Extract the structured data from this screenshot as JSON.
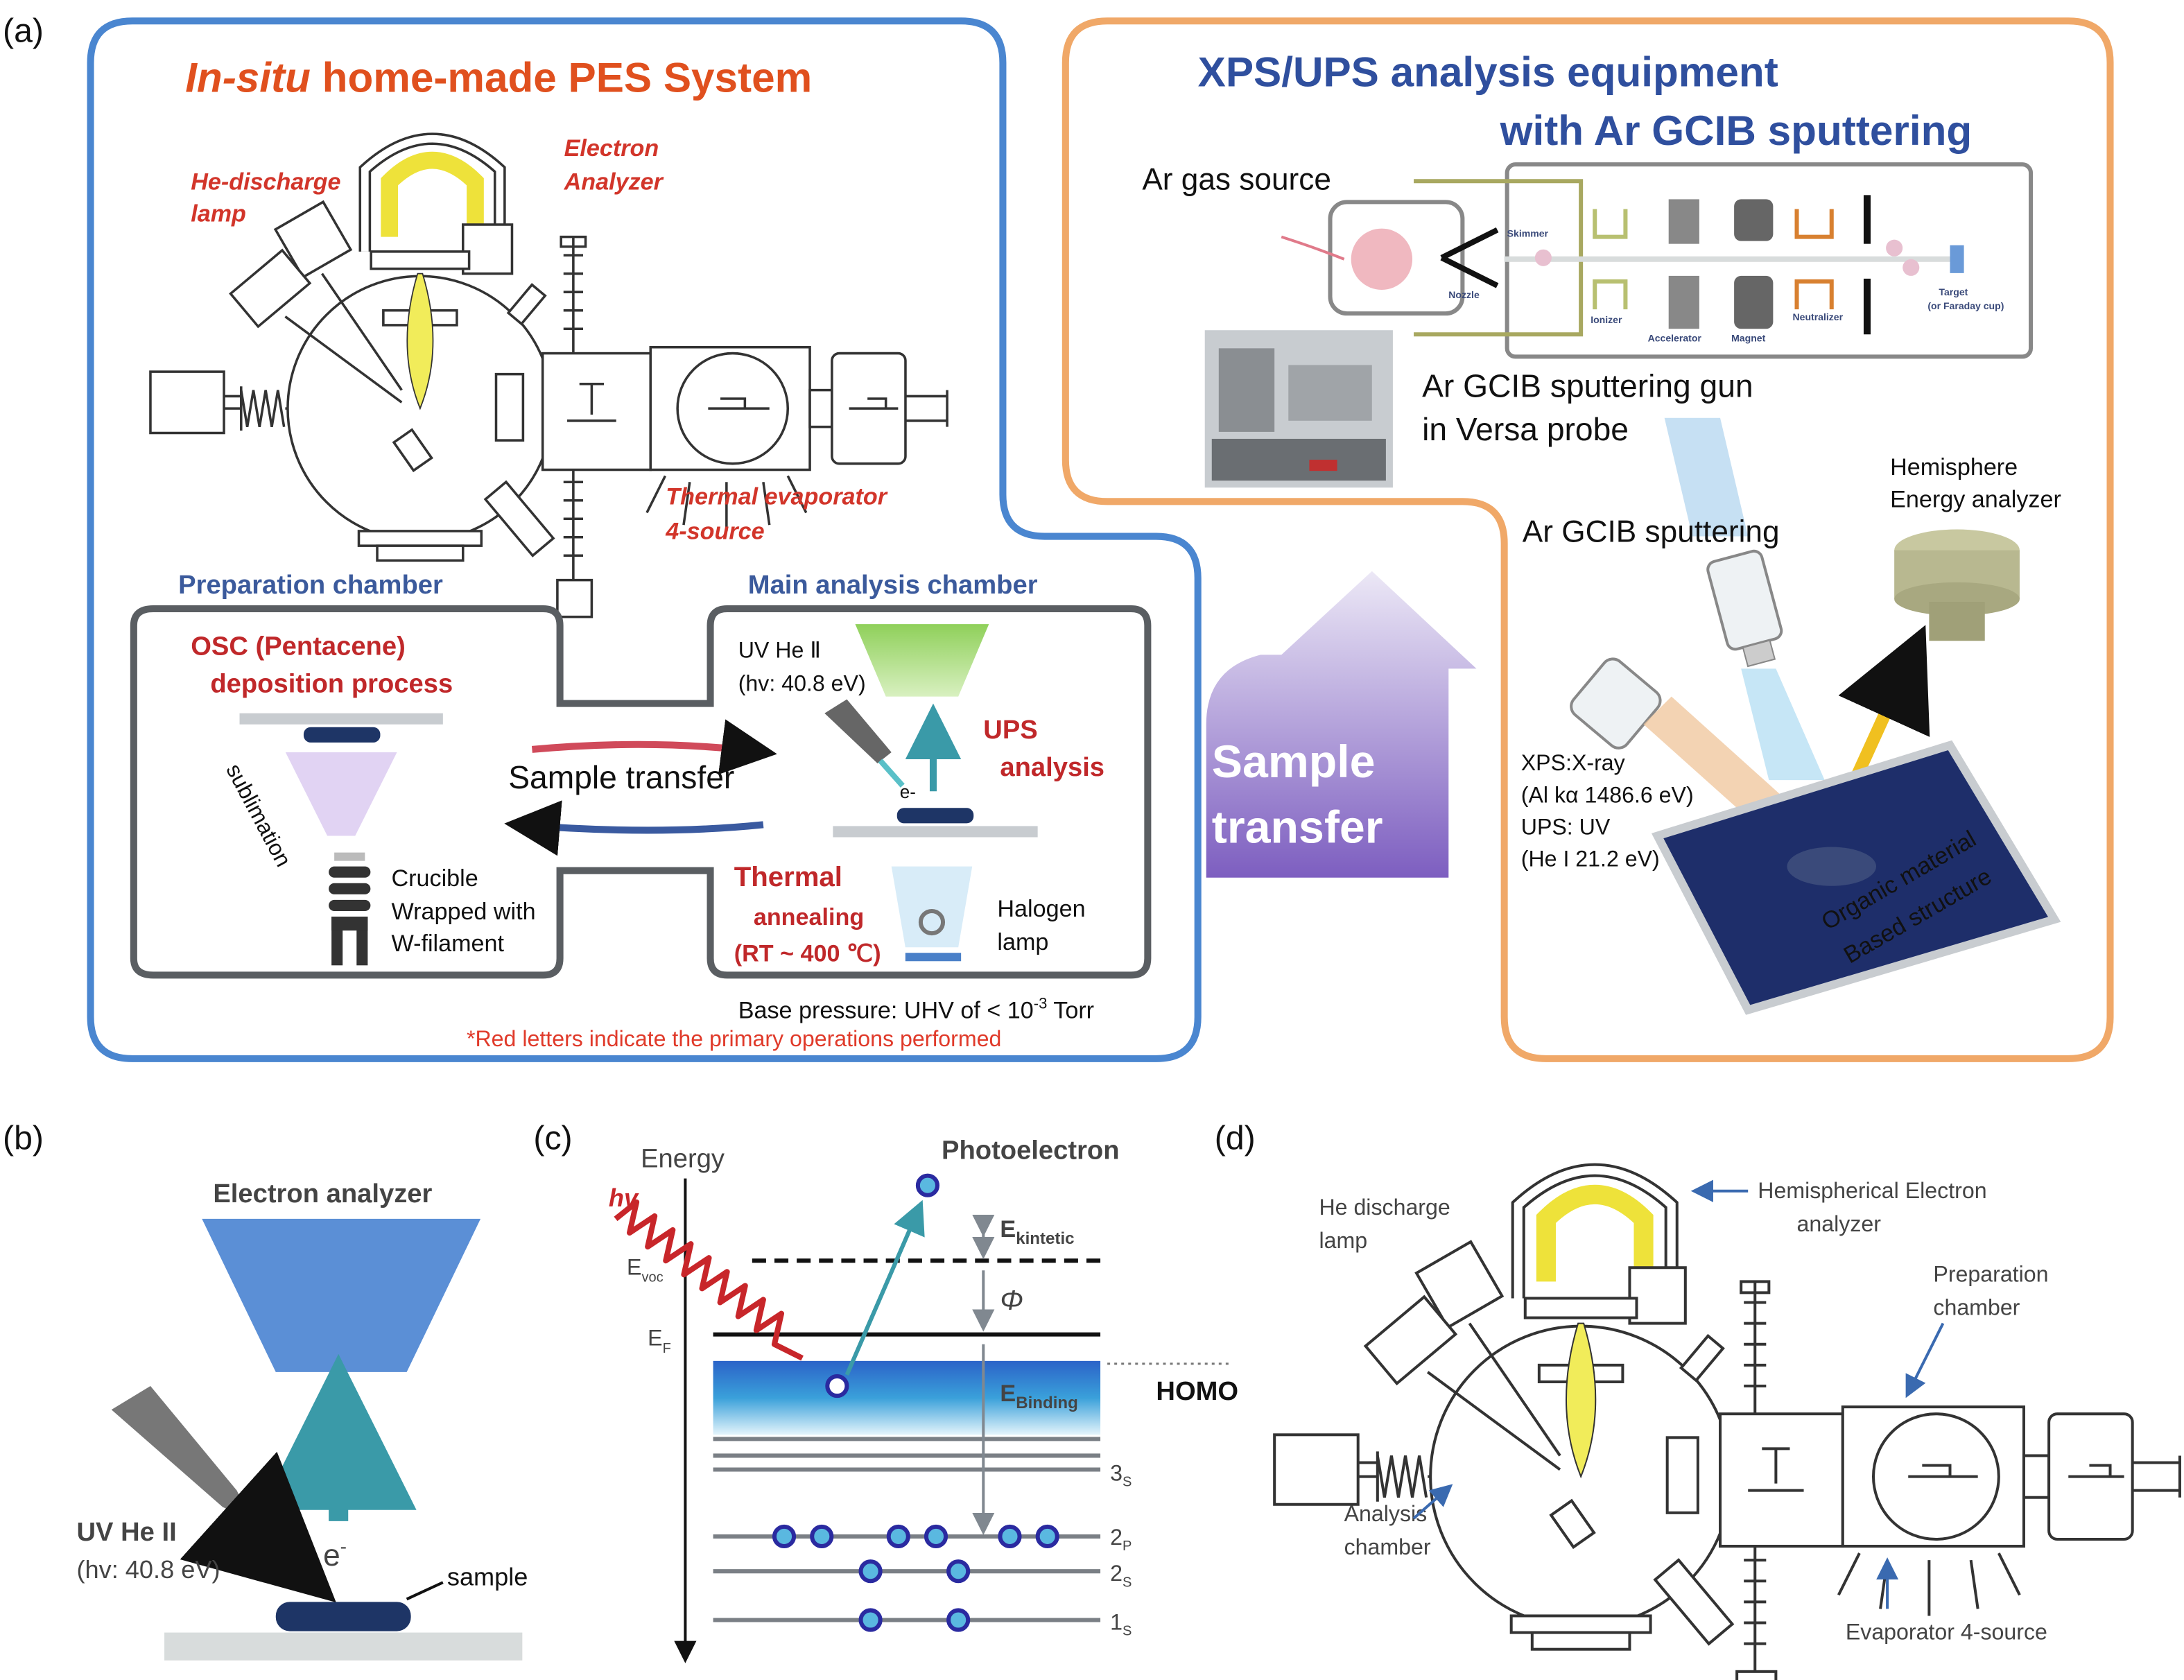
{
  "panel_labels": {
    "a": "(a)",
    "b": "(b)",
    "c": "(c)",
    "d": "(d)"
  },
  "colors": {
    "pes_border": "#4a86d0",
    "xps_border": "#f0a868",
    "red_text": "#d2352a",
    "blue_text": "#2f4f9e",
    "transfer_arrow": "#8a6cc4"
  },
  "pes_system": {
    "title_italic": "In-situ",
    "title_rest": " home-made PES System",
    "he_lamp": [
      "He-discharge",
      "lamp"
    ],
    "electron_analyzer": [
      "Electron",
      "Analyzer"
    ],
    "thermal_evaporator": [
      "Thermal evaporator",
      "4-source"
    ],
    "prep_chamber": "Preparation chamber",
    "main_chamber": "Main analysis chamber",
    "osc": [
      "OSC (Pentacene)",
      "deposition process"
    ],
    "sublimation": "sublimation",
    "crucible": [
      "Crucible",
      "Wrapped with",
      "W-filament"
    ],
    "sample_transfer": "Sample transfer",
    "uv_source": [
      "UV He Ⅱ",
      "(hv: 40.8 eV)"
    ],
    "ups": [
      "UPS",
      "analysis"
    ],
    "electron": "e-",
    "annealing": [
      "Thermal",
      "annealing",
      "(RT ~ 400 ℃)"
    ],
    "halogen": [
      "Halogen",
      "lamp"
    ],
    "base_pressure": {
      "prefix": "Base pressure: UHV of  < 10",
      "exp": "-3",
      "suffix": " Torr"
    },
    "note": "*Red letters indicate the primary operations performed"
  },
  "xps_system": {
    "title": [
      "XPS/UPS analysis equipment",
      "with Ar GCIB sputtering"
    ],
    "gas_source": "Ar gas source",
    "components": {
      "skimmer": "Skimmer",
      "nozzle": "Nozzle",
      "ionizer": "Ionizer",
      "accelerator": "Accelerator",
      "magnet": "Magnet",
      "neutralizer": "Neutralizer",
      "target": "Target",
      "target_note": "(or Faraday cup)"
    },
    "gun": [
      "Ar GCIB sputtering gun",
      "in Versa probe"
    ],
    "sputtering": "Ar GCIB sputtering",
    "analyzer": [
      "Hemisphere",
      "Energy analyzer"
    ],
    "sources": [
      "XPS:X-ray",
      "(Al kα 1486.6 eV)",
      "UPS: UV",
      "(He I 21.2 eV)"
    ],
    "sample": [
      "Organic material",
      "Based structure"
    ]
  },
  "big_transfer": [
    "Sample",
    "transfer"
  ],
  "panel_b": {
    "analyzer": "Electron analyzer",
    "source": "UV He II",
    "hv": "(hv: 40.8 eV)",
    "electron": "e",
    "electron_sup": "-",
    "sample": "sample"
  },
  "panel_c": {
    "energy": "Energy",
    "photoelectron": "Photoelectron",
    "hv": "hv",
    "evac": {
      "main": "E",
      "sub": "voc"
    },
    "ef": {
      "main": "E",
      "sub": "F"
    },
    "ekin": {
      "main": "E",
      "sub": "kintetic"
    },
    "phi": "Φ",
    "ebind": {
      "main": "E",
      "sub": "Binding"
    },
    "homo": "HOMO",
    "levels": [
      {
        "main": "3",
        "sub": "S"
      },
      {
        "main": "2",
        "sub": "P"
      },
      {
        "main": "2",
        "sub": "S"
      },
      {
        "main": "1",
        "sub": "S"
      }
    ]
  },
  "panel_d": {
    "he_lamp": [
      "He discharge",
      "lamp"
    ],
    "analyzer": [
      "Hemispherical Electron",
      "analyzer"
    ],
    "prep": [
      "Preparation",
      "chamber"
    ],
    "analysis": [
      "Analysis",
      "chamber"
    ],
    "evaporator": "Evaporator 4-source"
  }
}
